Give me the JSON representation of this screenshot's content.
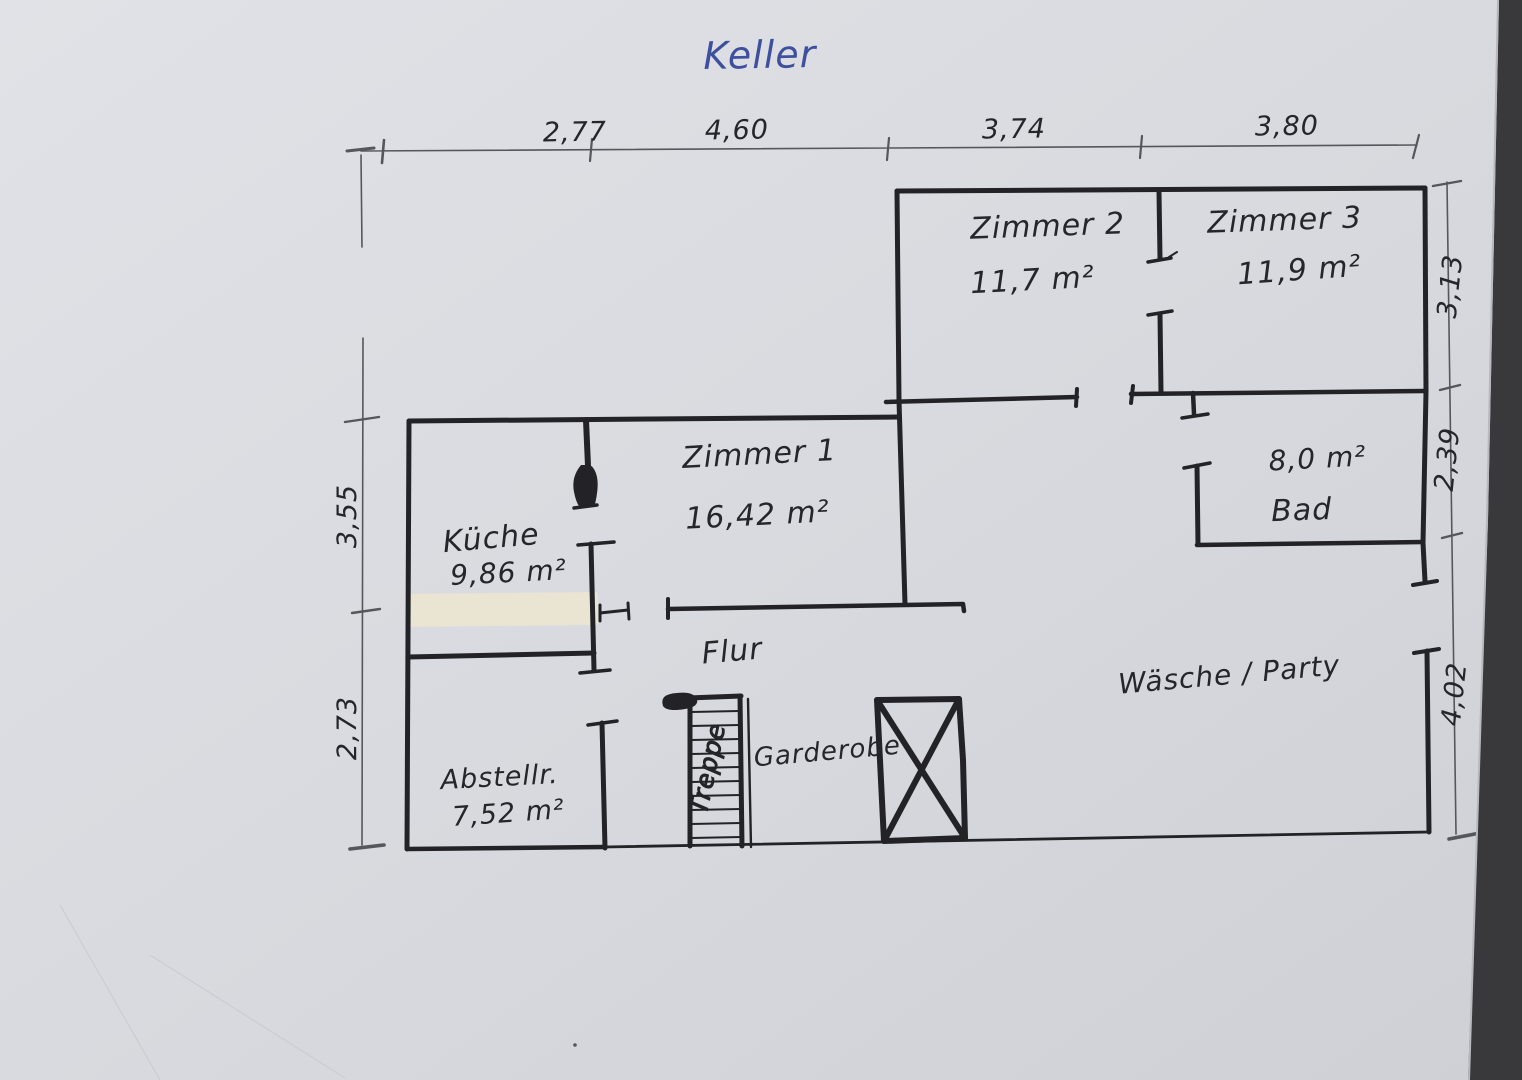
{
  "title": "Keller",
  "colors": {
    "ink": "#232327",
    "blue_ink": "#3e4f9e",
    "pencil": "#56575c",
    "paper": "#d9dbe0",
    "dark_edge": "#39393b",
    "correction_tape": "#ebe5d1"
  },
  "rooms": [
    {
      "name": "Zimmer 2",
      "area": "11,7 m²"
    },
    {
      "name": "Zimmer 3",
      "area": "11,9 m²"
    },
    {
      "name": "Zimmer 1",
      "area": "16,42 m²"
    },
    {
      "name": "Küche",
      "area": "9,86 m²"
    },
    {
      "name": "Bad",
      "area": "8,0 m²"
    },
    {
      "name": "Flur",
      "area": ""
    },
    {
      "name": "Wäsche / Party",
      "area": ""
    },
    {
      "name": "Abstellr.",
      "area": "7,52 m²"
    },
    {
      "name": "Garderobe",
      "area": ""
    },
    {
      "name": "Treppe",
      "area": ""
    }
  ],
  "dims": {
    "top": [
      "2,77",
      "4,60",
      "3,74",
      "3,80"
    ],
    "left": [
      "3,55",
      "2,73"
    ],
    "right": [
      "3,13",
      "2,39",
      "4,02"
    ]
  }
}
